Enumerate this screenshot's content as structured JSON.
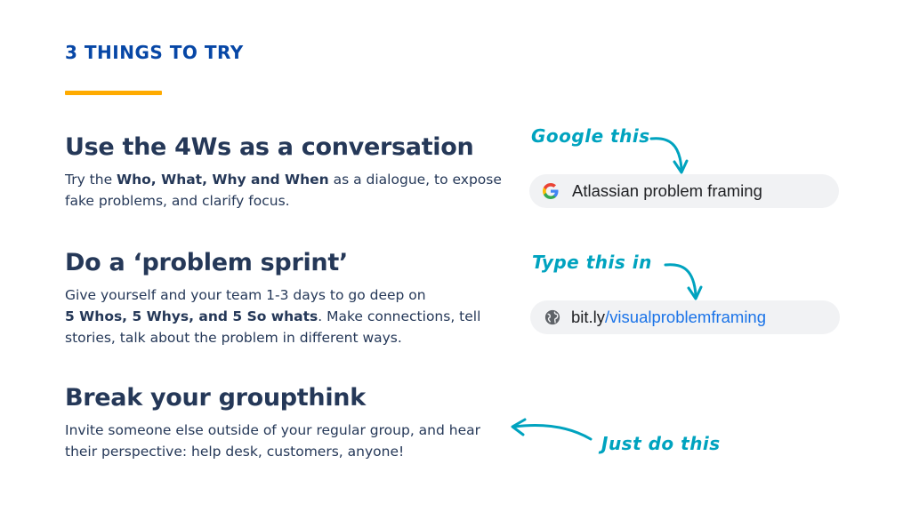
{
  "kicker": "3 THINGS TO TRY",
  "sections": [
    {
      "title": "Use the 4Ws as a conversation",
      "body_pre": "Try the ",
      "body_bold": "Who, What, Why and When",
      "body_post": " as a dialogue, to expose fake problems, and clarify focus."
    },
    {
      "title": "Do a ‘problem sprint’",
      "body_pre": "Give yourself and your team 1-3 days to go deep on ",
      "body_bold": "5 Whos, 5 Whys, and 5 So whats",
      "body_post": ". Make connections, tell stories, talk about the problem in different ways."
    },
    {
      "title": "Break your groupthink",
      "body": "Invite someone else outside of your regular group, and hear their perspective: help desk, customers, anyone!"
    }
  ],
  "annotations": {
    "google": "Google this",
    "type": "Type this in",
    "just": "Just do this"
  },
  "search_bar": {
    "icon": "google-g-icon",
    "query": "Atlassian problem framing"
  },
  "link_bar": {
    "icon": "globe-icon",
    "domain": "bit.ly",
    "path": "/visualproblemframing"
  },
  "colors": {
    "heading": "#253858",
    "kicker": "#0747A6",
    "accent_bar": "#FFAB00",
    "annotation": "#00A3BF",
    "link": "#1A73E8"
  }
}
